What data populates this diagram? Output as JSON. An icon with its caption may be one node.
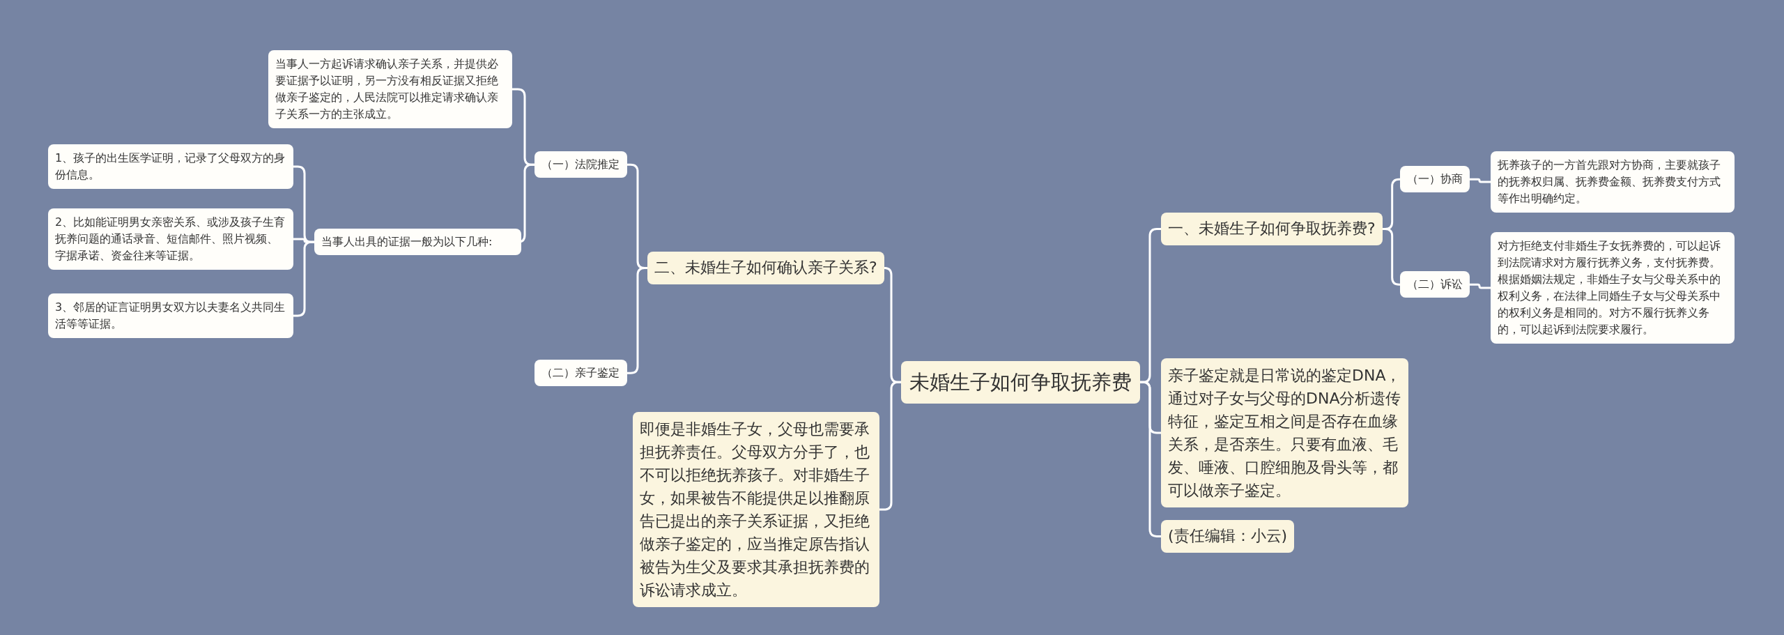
{
  "diagram": {
    "nodes": [
      {
        "text": [
          "未婚生子如何争取抚养费"
        ]
      },
      {
        "text": [
          "二、未婚生子如何确认亲子关系?"
        ]
      },
      {
        "text": [
          "（一）法院推定"
        ]
      },
      {
        "text": [
          "当事人一方起诉请求确认亲子关系，并提供必要证据予以证明，另一方没有相反证据又拒绝做亲子鉴定的，人民法院可以推定请求确认亲子关系一方的主张成立。"
        ]
      },
      {
        "text": [
          "当事人出具的证据一般为以下几种:"
        ]
      },
      {
        "text": [
          "1、孩子的出生医学证明，记录了父母双方的身份信息。"
        ]
      },
      {
        "text": [
          "2、比如能证明男女亲密关系、或涉及孩子生育抚养问题的通话录音、短信邮件、照片视频、字据承诺、资金往来等证据。"
        ]
      },
      {
        "text": [
          "3、邻居的证言证明男女双方以夫妻名义共同生活等等证据。"
        ]
      },
      {
        "text": [
          "（二）亲子鉴定"
        ]
      },
      {
        "text": [
          "即便是非婚生子女，父母也需要承担抚养责任。父母双方分手了，也不可以拒绝抚养孩子。对非婚生子女，如果被告不能提供足以推翻原告已提出的亲子关系证据，又拒绝做亲子鉴定的，应当推定原告指认被告为生父及要求其承担抚养费的诉讼请求成立。"
        ]
      },
      {
        "text": [
          "一、未婚生子如何争取抚养费?"
        ]
      },
      {
        "text": [
          "（一）协商"
        ]
      },
      {
        "text": [
          "抚养孩子的一方首先跟对方协商，主要就孩子的抚养权归属、抚养费金额、抚养费支付方式等作出明确约定。"
        ]
      },
      {
        "text": [
          "（二）诉讼"
        ]
      },
      {
        "text": [
          "对方拒绝支付非婚生子女抚养费的，可以起诉到法院请求对方履行抚养义务，支付抚养费。根据婚姻法规定，非婚生子女与父母关系中的权利义务，在法律上同婚生子女与父母关系中的权利义务是相同的。对方不履行抚养义务的，可以起诉到法院要求履行。"
        ]
      },
      {
        "text": [
          "亲子鉴定就是日常说的鉴定DNA，通过对子女与父母的DNA分析遗传特征，鉴定互相之间是否存在血缘关系，是否亲生。只要有血液、毛发、唾液、口腔细胞及骨头等，都可以做亲子鉴定。"
        ]
      },
      {
        "text": [
          "(责任编辑：小云)"
        ]
      }
    ],
    "edges": [
      {
        "from": 0,
        "to": 1,
        "arrow": "none"
      },
      {
        "from": 1,
        "to": 2,
        "arrow": "none"
      },
      {
        "from": 2,
        "to": 3,
        "arrow": "none"
      },
      {
        "from": 2,
        "to": 4,
        "arrow": "none"
      },
      {
        "from": 4,
        "to": 5,
        "arrow": "none"
      },
      {
        "from": 4,
        "to": 6,
        "arrow": "none"
      },
      {
        "from": 4,
        "to": 7,
        "arrow": "none"
      },
      {
        "from": 1,
        "to": 8,
        "arrow": "none"
      },
      {
        "from": 0,
        "to": 9,
        "arrow": "none"
      },
      {
        "from": 0,
        "to": 10,
        "arrow": "none"
      },
      {
        "from": 10,
        "to": 11,
        "arrow": "none"
      },
      {
        "from": 11,
        "to": 12,
        "arrow": "none"
      },
      {
        "from": 10,
        "to": 13,
        "arrow": "none"
      },
      {
        "from": 13,
        "to": 14,
        "arrow": "none"
      },
      {
        "from": 0,
        "to": 15,
        "arrow": "none"
      },
      {
        "from": 0,
        "to": 16,
        "arrow": "none"
      }
    ]
  }
}
